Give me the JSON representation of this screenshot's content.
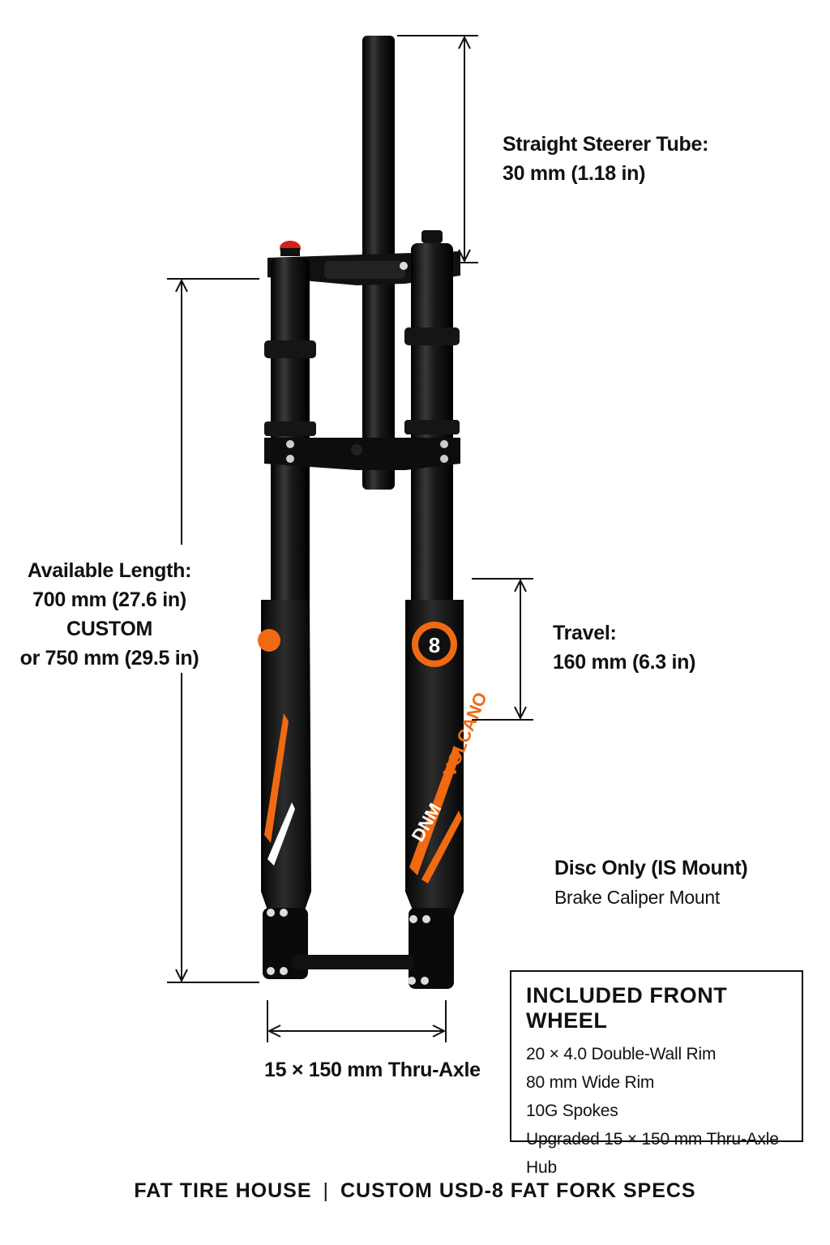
{
  "colors": {
    "accent": "#f06a12",
    "fork": "#0b0b0b",
    "ink": "#111111",
    "cap": "#d8201a"
  },
  "labels": {
    "steerer": {
      "line1": "Straight Steerer Tube:",
      "line2": "30 mm (1.18 in)"
    },
    "length": {
      "line1": "Available Length:",
      "line2": "700 mm (27.6 in)",
      "line3": "CUSTOM",
      "line4": "or 750 mm (29.5 in)"
    },
    "travel": {
      "line1": "Travel:",
      "line2": "160 mm (6.3 in)"
    },
    "disc": {
      "line1": "Disc Only (IS Mount)",
      "line2": "Brake Caliper Mount"
    },
    "axle": "15 × 150 mm Thru-Axle"
  },
  "wheel_box": {
    "title": "INCLUDED FRONT WHEEL",
    "items": [
      "20 × 4.0 Double-Wall Rim",
      "80 mm Wide Rim",
      "10G Spokes",
      "Upgraded 15 × 150 mm Thru-Axle Hub"
    ]
  },
  "decals": {
    "brand": "DNM",
    "model": "VOLCANO",
    "badge": "8"
  },
  "footer": {
    "brand": "FAT TIRE HOUSE",
    "separator": "|",
    "title": "CUSTOM USD-8 FAT FORK SPECS"
  }
}
